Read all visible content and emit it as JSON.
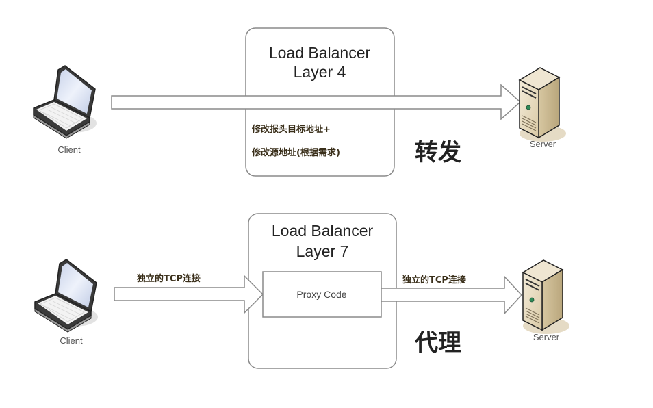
{
  "top": {
    "client_label": "Client",
    "server_label": "Server",
    "lb_title_line1": "Load Balancer",
    "lb_title_line2": "Layer 4",
    "note_line1": "修改报头目标地址+",
    "note_line2": "修改源地址(根据需求)",
    "mode_label": "转发"
  },
  "bottom": {
    "client_label": "Client",
    "server_label": "Server",
    "lb_title_line1": "Load Balancer",
    "lb_title_line2": "Layer 7",
    "proxy_label": "Proxy Code",
    "left_conn_label": "独立的TCP连接",
    "right_conn_label": "独立的TCP连接",
    "mode_label": "代理"
  }
}
